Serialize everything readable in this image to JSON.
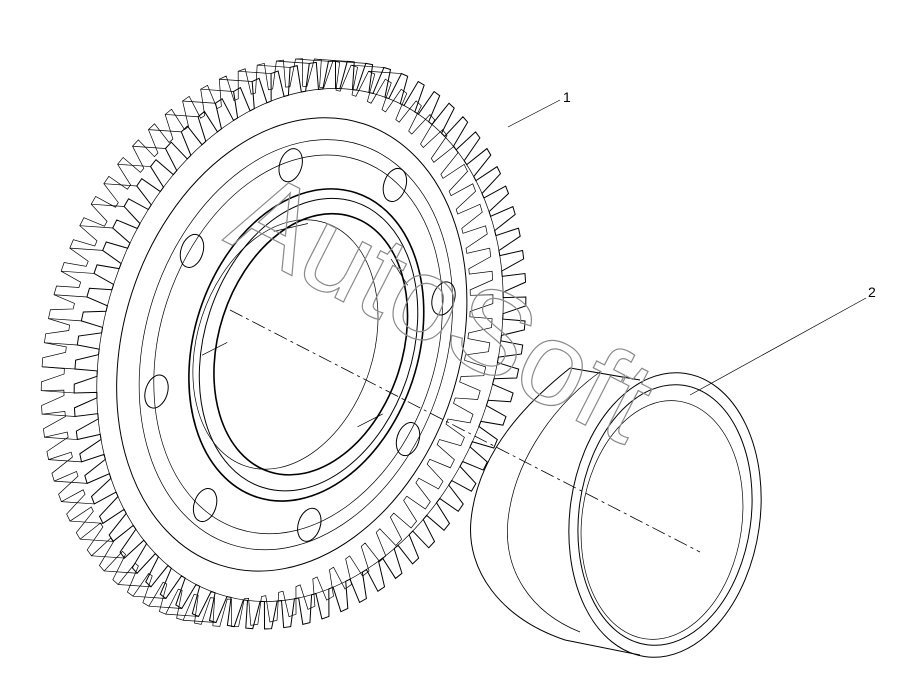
{
  "drawing": {
    "parts": [
      {
        "callout": "1",
        "name": "helical-gear",
        "teeth_visible": 74
      },
      {
        "callout": "2",
        "name": "bushing-sleeve"
      }
    ],
    "watermark": "AutoSoft",
    "line_color": "#000000",
    "watermark_color": "#8a8a8a"
  }
}
